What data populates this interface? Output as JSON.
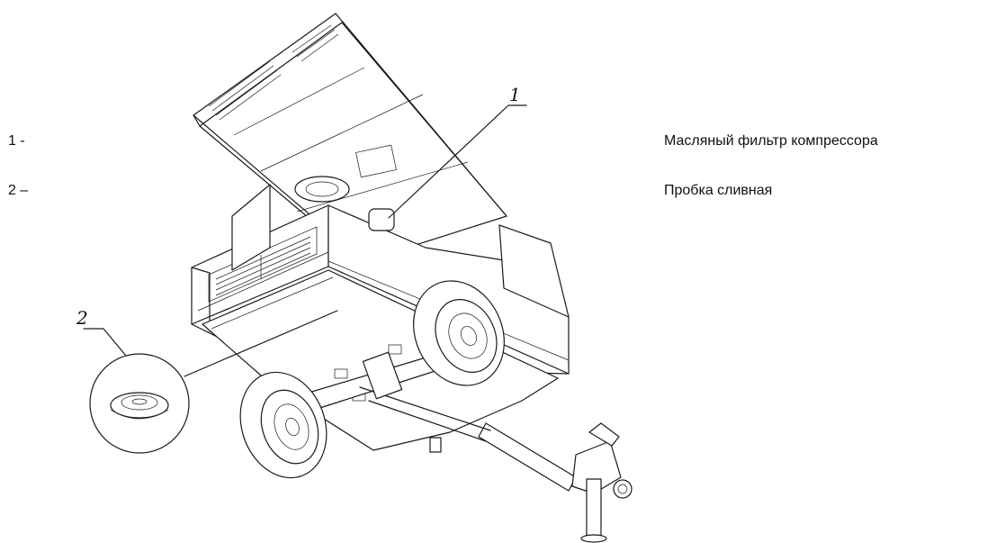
{
  "legend": {
    "items": [
      {
        "number": "1 -",
        "description": "Масляный фильтр компрессора"
      },
      {
        "number": "2 –",
        "description": "Пробка сливная"
      }
    ]
  },
  "callouts": [
    "1",
    "2"
  ]
}
